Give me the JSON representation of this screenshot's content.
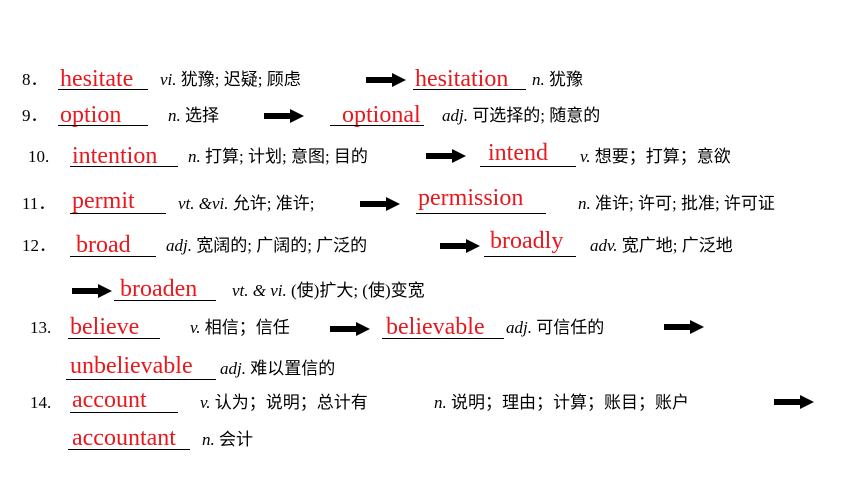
{
  "colors": {
    "answer": "#e8191e",
    "text": "#000000"
  },
  "items": [
    {
      "num": "8．",
      "answer": "hesitate",
      "pos": "vi.",
      "meaning": " 犹豫; 迟疑; 顾虑"
    },
    {
      "derived": "hesitation",
      "pos": "n.",
      "meaning": " 犹豫"
    },
    {
      "num": "9．",
      "answer": "option",
      "pos": "n.",
      "meaning": " 选择"
    },
    {
      "derived": "optional",
      "pos": "adj.",
      "meaning": " 可选择的; 随意的"
    },
    {
      "num": "10.",
      "answer": "intention",
      "pos": "n.",
      "meaning": " 打算; 计划; 意图; 目的"
    },
    {
      "derived": "intend",
      "pos": "v.",
      "meaning": " 想要；打算；意欲"
    },
    {
      "num": "11．",
      "answer": "permit",
      "pos": "vt. &vi.",
      "meaning": " 允许; 准许;"
    },
    {
      "derived": "permission",
      "pos": "n.",
      "meaning": " 准许; 许可; 批准; 许可证"
    },
    {
      "num": "12．",
      "answer": "broad",
      "pos": "adj.",
      "meaning": " 宽阔的; 广阔的; 广泛的"
    },
    {
      "derived": "broadly",
      "pos": "adv.",
      "meaning": " 宽广地; 广泛地"
    },
    {
      "derived": "broaden",
      "pos": "vt. & vi.",
      "meaning": " (使)扩大; (使)变宽"
    },
    {
      "num": "13.",
      "answer": "believe",
      "pos": "v.",
      "meaning": " 相信；信任"
    },
    {
      "derived": "believable",
      "pos": "adj.",
      "meaning": " 可信任的"
    },
    {
      "derived": "unbelievable",
      "pos": "adj.",
      "meaning": " 难以置信的"
    },
    {
      "num": "14.",
      "answer": "account",
      "pos": "v.",
      "meaning": " 认为；说明；总计有"
    },
    {
      "derived": "",
      "pos": "n.",
      "meaning": " 说明；理由；计算；账目；账户"
    },
    {
      "derived": "accountant",
      "pos": "n.",
      "meaning": " 会计"
    }
  ]
}
